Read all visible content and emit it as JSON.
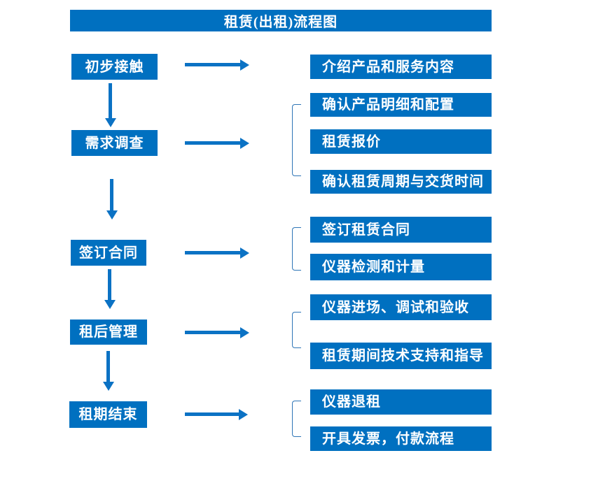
{
  "title": "租赁(出租)流程图",
  "colors": {
    "primary": "#0070C0",
    "arrow": "#0B72C4",
    "bracket": "#2E75B6",
    "text": "#FFFFFF",
    "background": "#FFFFFF"
  },
  "steps": [
    {
      "label": "初步接触",
      "outputs": [
        "介绍产品和服务内容"
      ]
    },
    {
      "label": "需求调查",
      "outputs": [
        "确认产品明细和配置",
        "租赁报价",
        "确认租赁周期与交货时间"
      ]
    },
    {
      "label": "签订合同",
      "outputs": [
        "签订租赁合同",
        "仪器检测和计量"
      ]
    },
    {
      "label": "租后管理",
      "outputs": [
        "仪器进场、调试和验收",
        "租赁期间技术支持和指导"
      ]
    },
    {
      "label": "租期结束",
      "outputs": [
        "仪器退租",
        "开具发票，付款流程"
      ]
    }
  ]
}
